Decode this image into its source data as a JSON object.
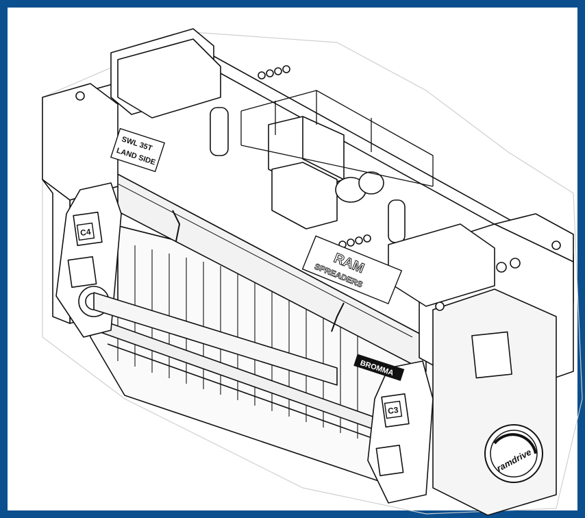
{
  "frame": {
    "border_color": "#0b4f8e",
    "background": "#ffffff"
  },
  "drawing": {
    "style": "isometric line drawing",
    "line_color": "#111111"
  },
  "labels": {
    "brand_top": "RAM",
    "brand_bottom": "SPREADERS",
    "plate_line1": "SWL 35T",
    "plate_line2": "LAND SIDE",
    "side_brand": "BROMMA",
    "corner_mark_left": "C4",
    "corner_mark_right": "C3",
    "logo_text": "ramdrive"
  }
}
